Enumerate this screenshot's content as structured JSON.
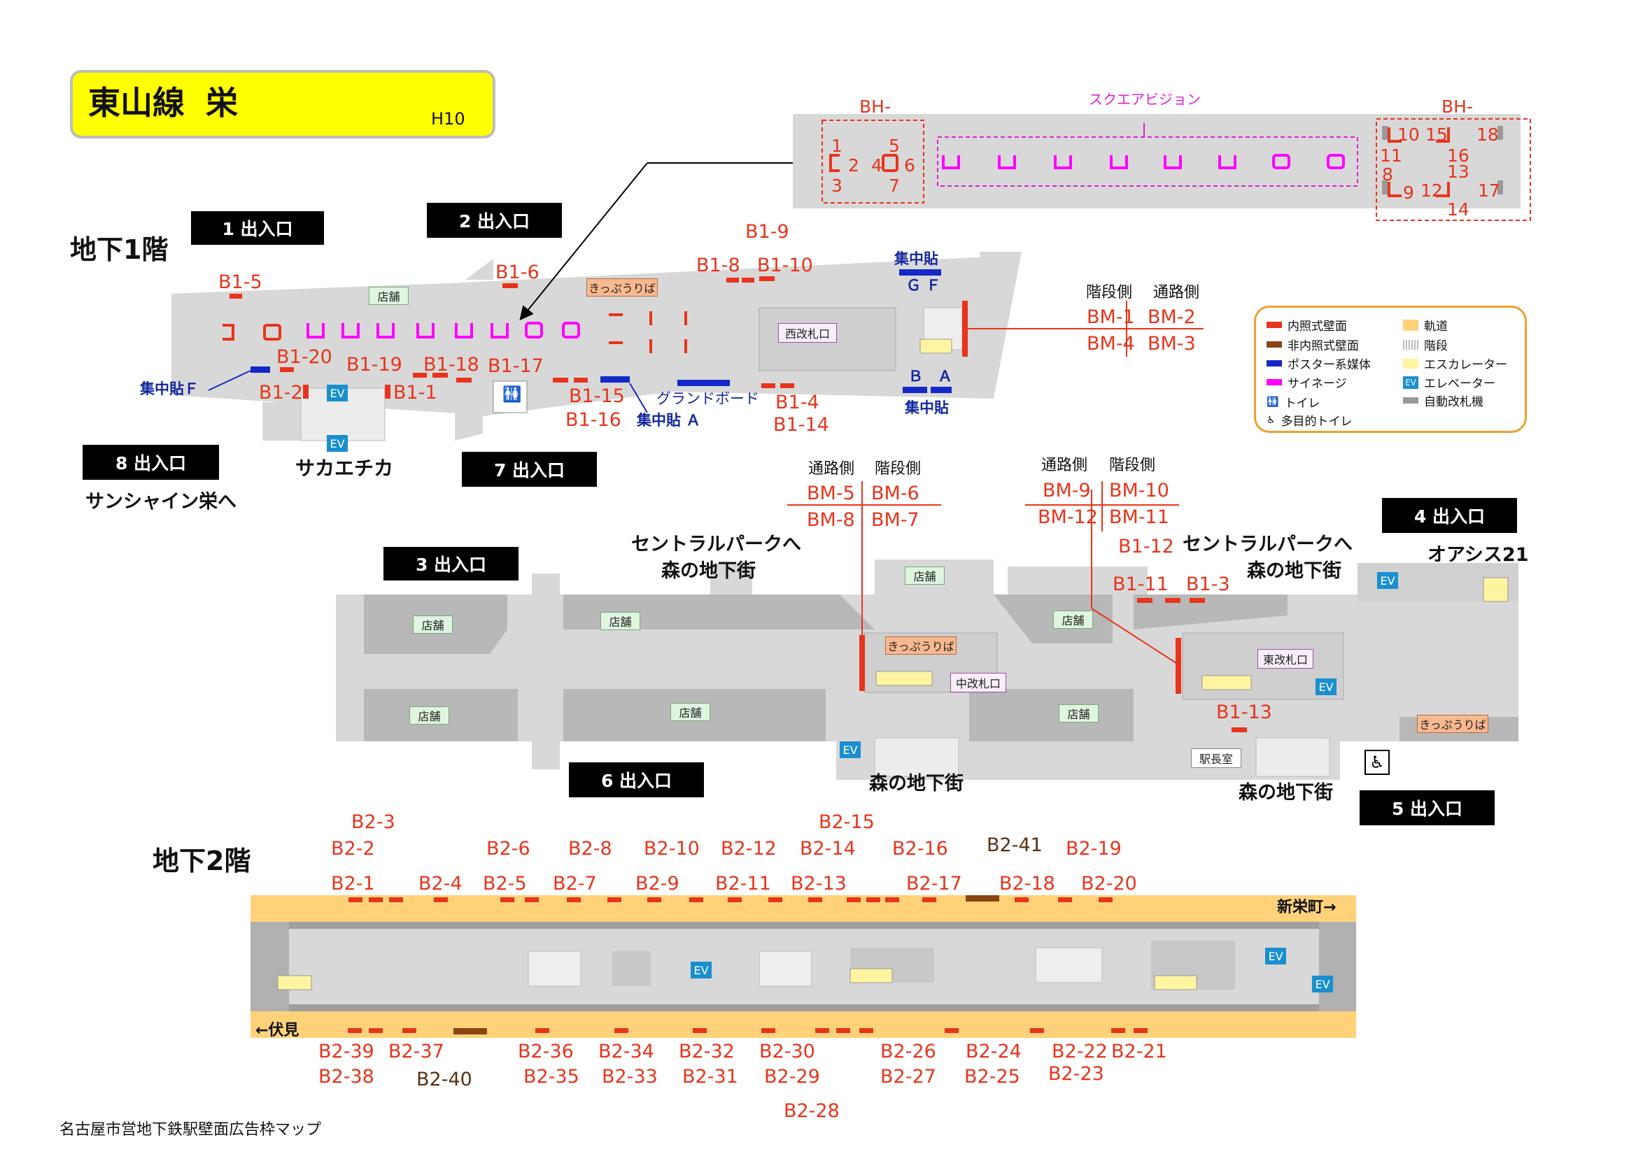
{
  "station": {
    "line": "東山線",
    "name": "栄",
    "code": "H10"
  },
  "floors": {
    "b1": "地下1階",
    "b2": "地下2階"
  },
  "exits": {
    "e1": "1 出入口",
    "e2": "2 出入口",
    "e3": "3 出入口",
    "e4": "4 出入口",
    "e5": "5 出入口",
    "e6": "6 出入口",
    "e7": "7 出入口",
    "e8": "8 出入口"
  },
  "places": {
    "sakaechika": "サカエチカ",
    "sunshine": "サンシャイン栄へ",
    "central_park_1": "セントラルパークへ",
    "mori_1": "森の地下街",
    "central_park_2": "セントラルパークへ",
    "mori_2": "森の地下街",
    "oasis": "オアシス21",
    "mori_3": "森の地下街",
    "mori_4": "森の地下街",
    "shin_sakae": "新栄町→",
    "fushimi": "←伏見"
  },
  "facilities": {
    "shop": "店舗",
    "kippu": "きっぷうりば",
    "west_gate": "西改札口",
    "central_gate": "中改札口",
    "east_gate": "東改札口",
    "station_office": "駅長室",
    "ev": "EV"
  },
  "media": {
    "square_vision": "スクエアビジョン",
    "bh_left": "BH-",
    "bh_right": "BH-",
    "bh_numbers_left": [
      "1",
      "2",
      "3",
      "4",
      "5",
      "6",
      "7"
    ],
    "bh_numbers_right": [
      "10",
      "15",
      "18",
      "11",
      "16",
      "8",
      "13",
      "9",
      "12",
      "17",
      "14"
    ],
    "shuchu_f": "集中貼Ｆ",
    "shuchu_gf_title": "集中貼",
    "shuchu_gf": "Ｇ Ｆ",
    "shuchu_a": "集中貼 Ａ",
    "shuchu_ba": "Ｂ　Ａ",
    "shuchu_ba_title": "集中貼",
    "grand_board": "グランドボード"
  },
  "b1_labels": [
    "B1-5",
    "B1-6",
    "B1-8",
    "B1-9",
    "B1-10",
    "B1-20",
    "B1-19",
    "B1-18",
    "B1-17",
    "B1-2",
    "B1-1",
    "B1-15",
    "B1-16",
    "B1-4",
    "B1-14",
    "B1-12",
    "B1-11",
    "B1-3",
    "B1-13"
  ],
  "bm_tables": [
    {
      "h1": "階段側",
      "h2": "通路側",
      "r": [
        "BM-1",
        "BM-2",
        "BM-4",
        "BM-3"
      ]
    },
    {
      "h1": "通路側",
      "h2": "階段側",
      "r": [
        "BM-5",
        "BM-6",
        "BM-8",
        "BM-7"
      ]
    },
    {
      "h1": "通路側",
      "h2": "階段側",
      "r": [
        "BM-9",
        "BM-10",
        "BM-12",
        "BM-11"
      ]
    }
  ],
  "b2_labels_top": [
    "B2-3",
    "B2-2",
    "B2-1",
    "B2-4",
    "B2-6",
    "B2-5",
    "B2-8",
    "B2-7",
    "B2-10",
    "B2-9",
    "B2-12",
    "B2-11",
    "B2-15",
    "B2-14",
    "B2-13",
    "B2-16",
    "B2-17",
    "B2-41",
    "B2-18",
    "B2-19",
    "B2-20"
  ],
  "b2_labels_bottom": [
    "B2-39",
    "B2-38",
    "B2-37",
    "B2-40",
    "B2-36",
    "B2-35",
    "B2-34",
    "B2-33",
    "B2-32",
    "B2-31",
    "B2-30",
    "B2-29",
    "B2-28",
    "B2-26",
    "B2-27",
    "B2-24",
    "B2-25",
    "B2-22",
    "B2-23",
    "B2-21"
  ],
  "legend": {
    "items": [
      "内照式壁面",
      "非内照式壁面",
      "ポスター系媒体",
      "サイネージ",
      "トイレ",
      "多目的トイレ",
      "軌道",
      "階段",
      "エスカレーター",
      "エレベーター",
      "自動改札機"
    ],
    "colors": {
      "lit": "#e8341c",
      "unlit": "#8b4513",
      "poster": "#1428c8",
      "signage": "#ff00ff",
      "track": "#ffd27a"
    }
  },
  "footer": "名古屋市営地下鉄駅壁面広告枠マップ"
}
